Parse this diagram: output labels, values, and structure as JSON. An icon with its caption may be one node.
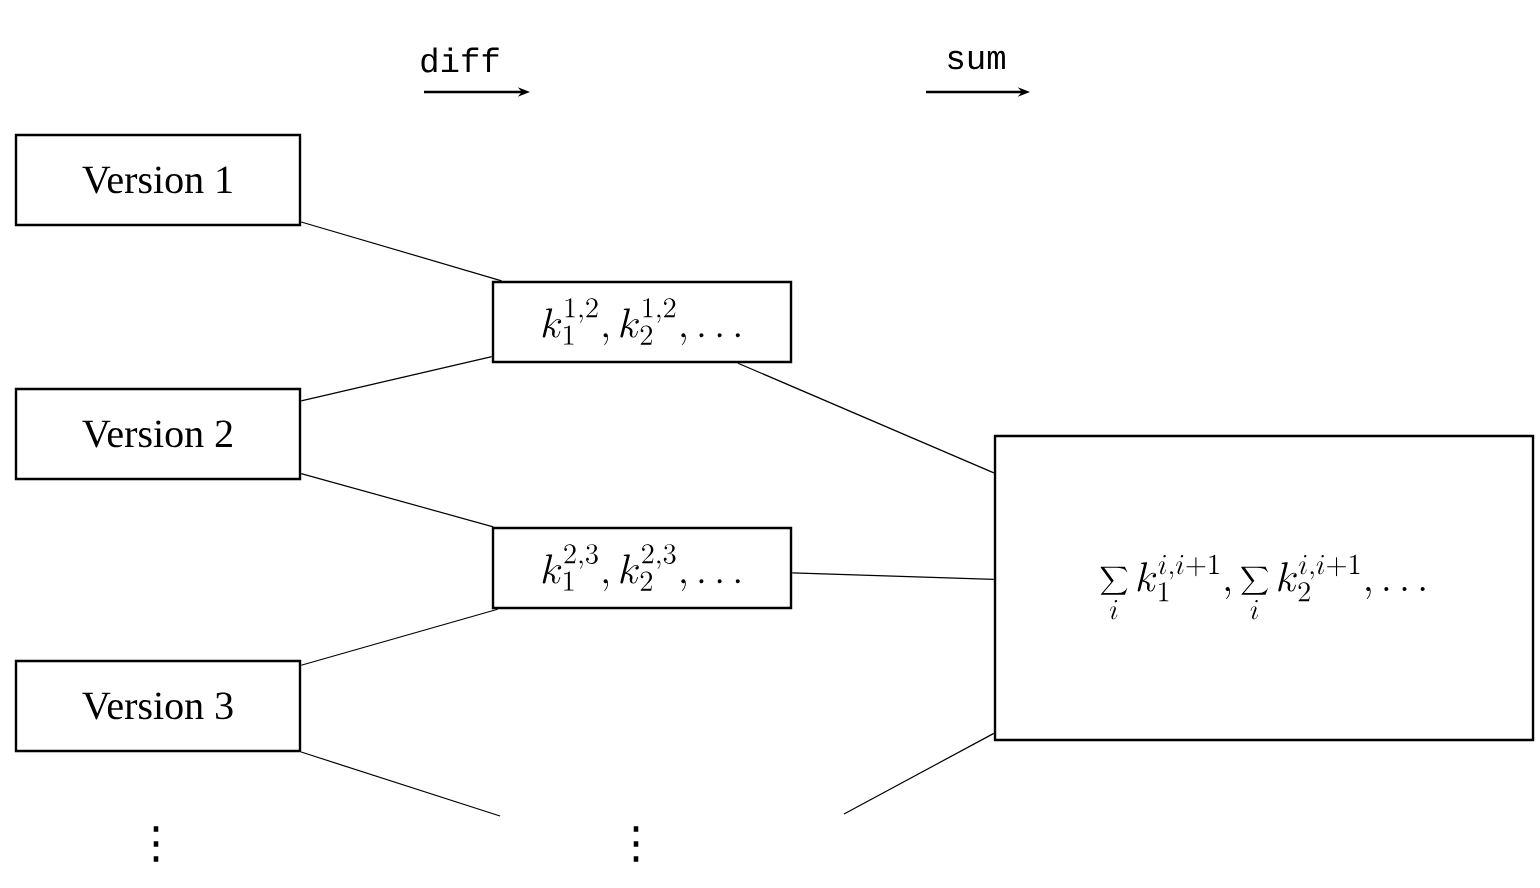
{
  "diagram": {
    "nodes": [
      {
        "text": [
          "Version 1"
        ]
      },
      {
        "text": [
          "Version 2"
        ]
      },
      {
        "text": [
          "Version 3"
        ]
      },
      {
        "text": [
          "k_1^{1,2},k_2^{1,2},\\ldots"
        ]
      },
      {
        "text": [
          "k_1^{2,3},k_2^{2,3},\\ldots"
        ]
      },
      {
        "text": [
          "\\sum_i k_1^{i,i+1},\\sum_i k_2^{i,i+1},\\ldots"
        ]
      }
    ],
    "edges": [
      {
        "from": 0,
        "to": 3,
        "arrow": "none"
      },
      {
        "from": 1,
        "to": 3,
        "arrow": "none"
      },
      {
        "from": 1,
        "to": 4,
        "arrow": "none"
      },
      {
        "from": 2,
        "to": 4,
        "arrow": "none"
      },
      {
        "from": 3,
        "to": 5,
        "arrow": "none"
      },
      {
        "from": 4,
        "to": 5,
        "arrow": "none"
      },
      {
        "from": 2,
        "to": null,
        "arrow": "none"
      },
      {
        "from": null,
        "to": 5,
        "arrow": "none"
      }
    ],
    "labels": [
      "diff",
      "sum",
      "⋮",
      "⋮"
    ]
  }
}
